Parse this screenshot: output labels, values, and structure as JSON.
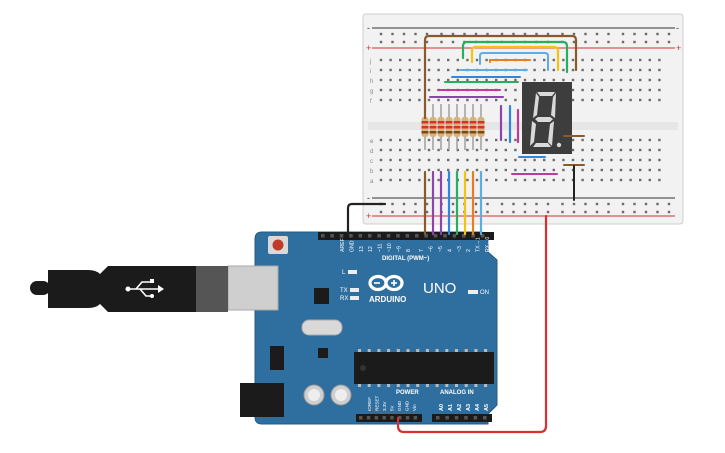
{
  "breadboard": {
    "row_labels_top": [
      "j",
      "i",
      "h",
      "g",
      "f"
    ],
    "row_labels_bottom": [
      "e",
      "d",
      "c",
      "b",
      "a"
    ],
    "rail_minus": "-",
    "rail_plus": "+"
  },
  "seven_segment": {
    "digit": "8",
    "color": "#d9d9d9",
    "body_color": "#3d3d3d"
  },
  "arduino": {
    "logo": "ARDUINO",
    "model": "UNO",
    "on_label": "ON",
    "tx_label": "TX",
    "rx_label": "RX",
    "l_label": "L",
    "digital_label": "DIGITAL (PWM~)",
    "power_label": "POWER",
    "analog_label": "ANALOG IN",
    "digital_pins": [
      "AREF",
      "GND",
      "13",
      "12",
      "~11",
      "~10",
      "~9",
      "8",
      "7",
      "~6",
      "~5",
      "4",
      "~3",
      "2",
      "TX→1",
      "RX←0"
    ],
    "power_pins": [
      "IOREF",
      "RESET",
      "3.3V",
      "5V",
      "GND",
      "GND",
      "Vin"
    ],
    "analog_pins": [
      "A0",
      "A1",
      "A2",
      "A3",
      "A4",
      "A5"
    ],
    "board_color": "#2f6f9f"
  },
  "wire_colors": {
    "brown": "#8b5a2b",
    "purple": "#8e44ad",
    "blue": "#2e86de",
    "green": "#27ae60",
    "yellow": "#f1c40f",
    "orange": "#e67e22",
    "lightblue": "#5dade2",
    "magenta": "#c0399f",
    "red": "#d63031",
    "black": "#222222"
  }
}
